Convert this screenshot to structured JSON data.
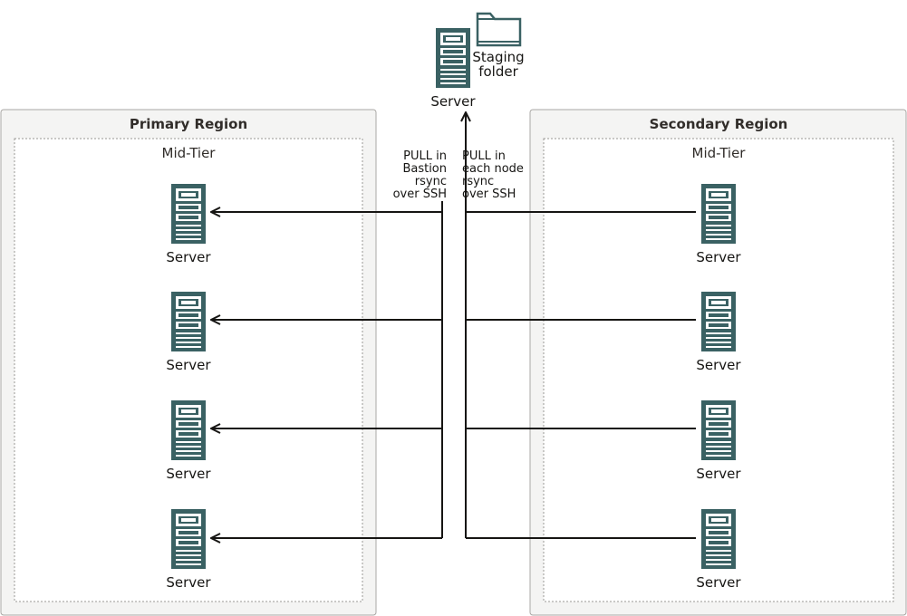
{
  "staging": {
    "server_label": "Server",
    "folder_label_line1": "Staging",
    "folder_label_line2": "folder"
  },
  "primary": {
    "title": "Primary Region",
    "tier_title": "Mid-Tier",
    "servers": [
      "Server",
      "Server",
      "Server",
      "Server"
    ]
  },
  "secondary": {
    "title": "Secondary Region",
    "tier_title": "Mid-Tier",
    "servers": [
      "Server",
      "Server",
      "Server",
      "Server"
    ]
  },
  "links": {
    "primary_note": [
      "PULL in",
      "Bastion",
      "rsync",
      "over SSH"
    ],
    "secondary_note": [
      "PULL in",
      "each node",
      "rsync",
      "over SSH"
    ]
  },
  "colors": {
    "server_icon": "#3a6163",
    "folder_icon": "#3a6163",
    "lines": "#161513"
  },
  "icons": {
    "server": "server-icon",
    "folder": "folder-icon"
  }
}
